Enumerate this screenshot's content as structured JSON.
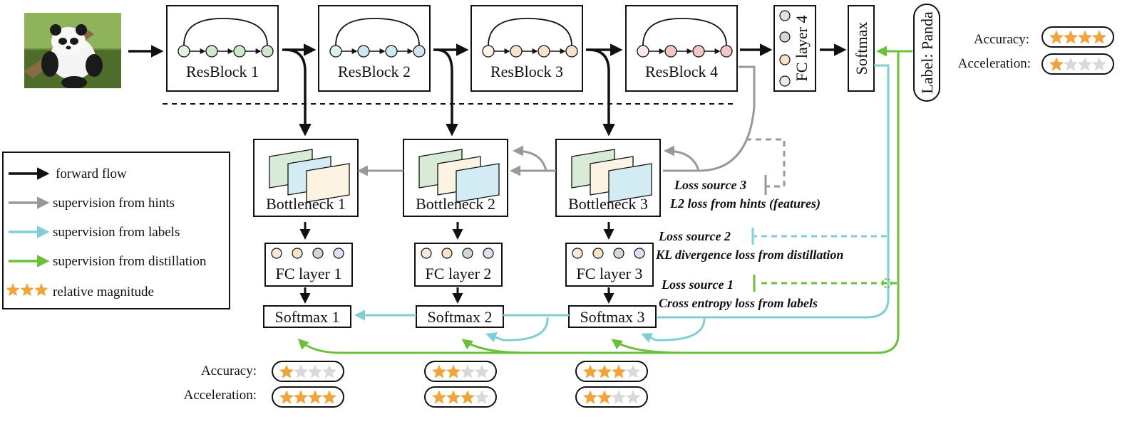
{
  "image_alt": "panda photo",
  "resblocks": [
    "ResBlock 1",
    "ResBlock 2",
    "ResBlock 3",
    "ResBlock 4"
  ],
  "fc_layer_4": "FC layer 4",
  "softmax_top": "Softmax",
  "label_box": "Label: Panda",
  "bottlenecks": [
    "Bottleneck 1",
    "Bottleneck 2",
    "Bottleneck 3"
  ],
  "fc_layers": [
    "FC layer 1",
    "FC layer 2",
    "FC layer 3"
  ],
  "softmaxes": [
    "Softmax 1",
    "Softmax 2",
    "Softmax 3"
  ],
  "loss": {
    "s3_title": "Loss source 3",
    "s3_desc": "L2 loss from hints (features)",
    "s2_title": "Loss source 2",
    "s2_desc": "KL divergence loss from distillation",
    "s1_title": "Loss source 1",
    "s1_desc": "Cross entropy loss from labels"
  },
  "legend": [
    {
      "label": "forward flow",
      "color": "#111111"
    },
    {
      "label": "supervision from hints",
      "color": "#999999"
    },
    {
      "label": "supervision from labels",
      "color": "#7fcfd3"
    },
    {
      "label": "supervision from distillation",
      "color": "#6cbf3b"
    },
    {
      "label": "relative magnitude",
      "color": "#f2a33a"
    }
  ],
  "metrics_labels": {
    "accuracy": "Accuracy:",
    "acceleration": "Acceleration:"
  },
  "top_metrics": {
    "accuracy_stars": 4,
    "acceleration_stars": 1
  },
  "bottom_metrics": [
    {
      "accuracy_stars": 1,
      "acceleration_stars": 4
    },
    {
      "accuracy_stars": 2,
      "acceleration_stars": 3
    },
    {
      "accuracy_stars": 3,
      "acceleration_stars": 2
    }
  ],
  "colors": {
    "forward": "#111111",
    "hints": "#999999",
    "labels": "#7fcfd3",
    "distill": "#6cbf3b",
    "star_on": "#f2a33a",
    "star_off": "#d9d9d9",
    "res1": "#cfe9cf",
    "res2": "#cfe7ee",
    "res3": "#f7e2cc",
    "res4": "#f4c6c6"
  }
}
